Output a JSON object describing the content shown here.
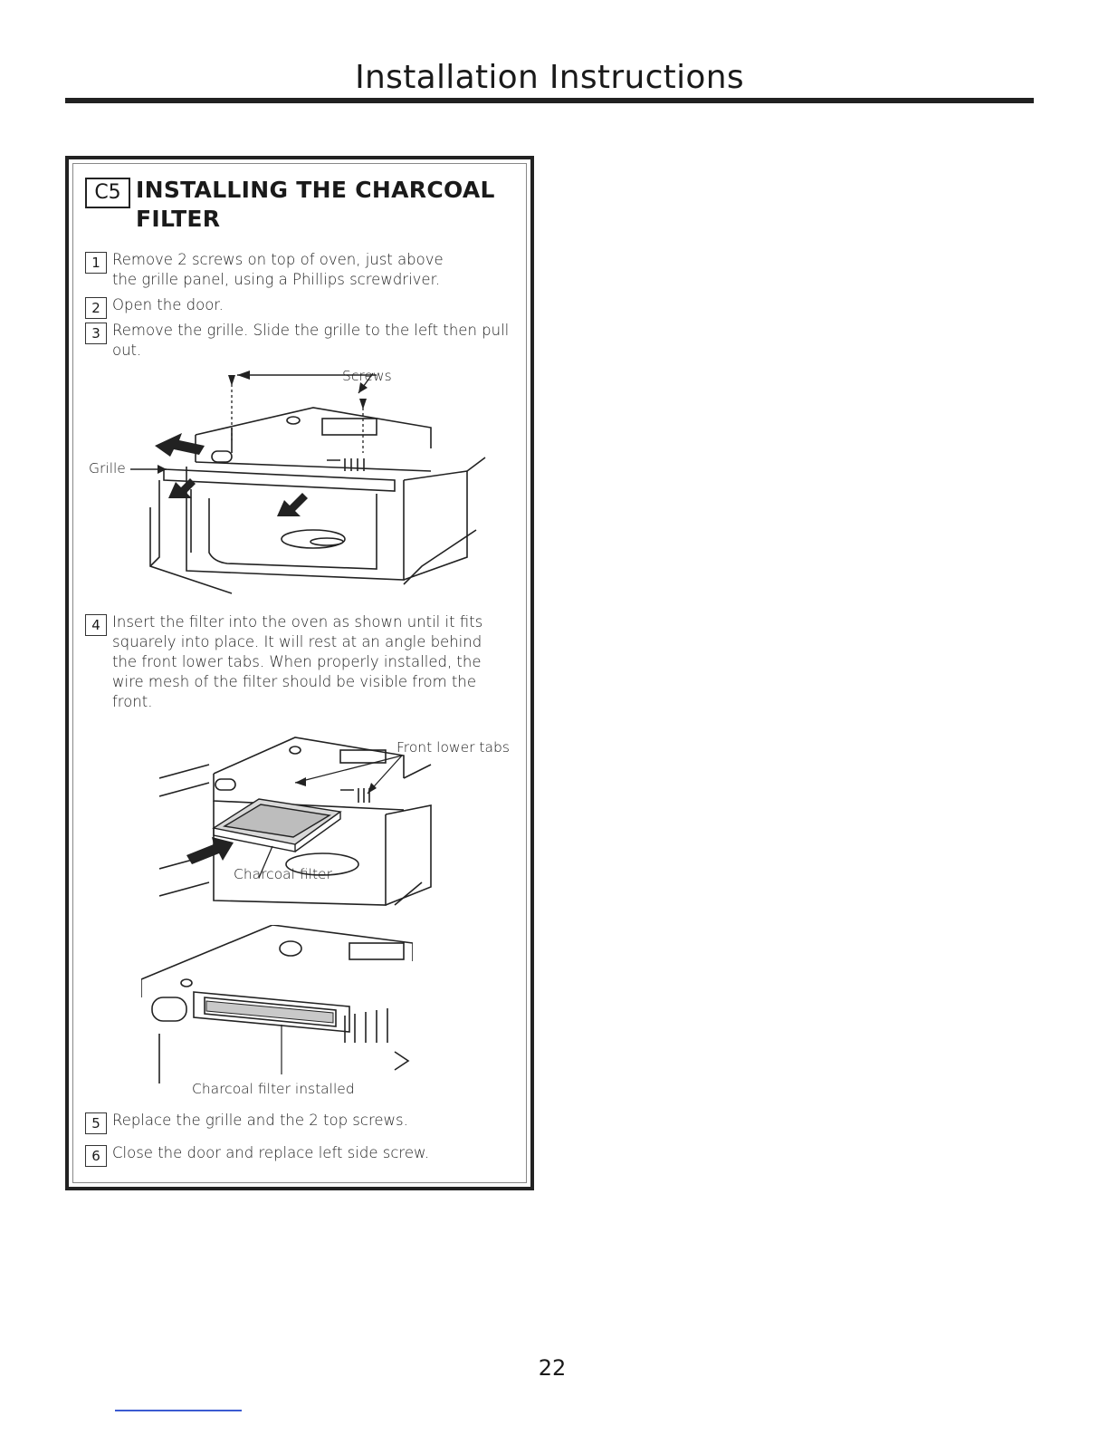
{
  "page": {
    "title": "Installation Instructions",
    "page_number": "22"
  },
  "section": {
    "code": "C5",
    "title": "INSTALLING THE CHARCOAL FILTER"
  },
  "steps": [
    {
      "num": "1",
      "text": "Remove 2 screws on top of oven, just above the grille panel, using a Phillips screwdriver."
    },
    {
      "num": "2",
      "text": "Open the door."
    },
    {
      "num": "3",
      "text": "Remove the grille. Slide the grille to the left then pull out."
    },
    {
      "num": "4",
      "text": "Insert the filter into the oven as shown until it fits squarely into place. It will rest at an angle behind the front lower tabs. When properly installed, the wire mesh of the filter should be visible from the front."
    },
    {
      "num": "5",
      "text": "Replace the grille and the 2 top screws."
    },
    {
      "num": "6",
      "text": "Close the door and replace left side screw."
    }
  ],
  "figures": {
    "grille_removal": {
      "screws_label": "Screws",
      "grille_label": "Grille"
    },
    "filter_insert": {
      "tabs_label": "Front lower tabs",
      "filter_label": "Charcoal filter"
    },
    "filter_installed": {
      "label": "Charcoal filter installed"
    }
  }
}
